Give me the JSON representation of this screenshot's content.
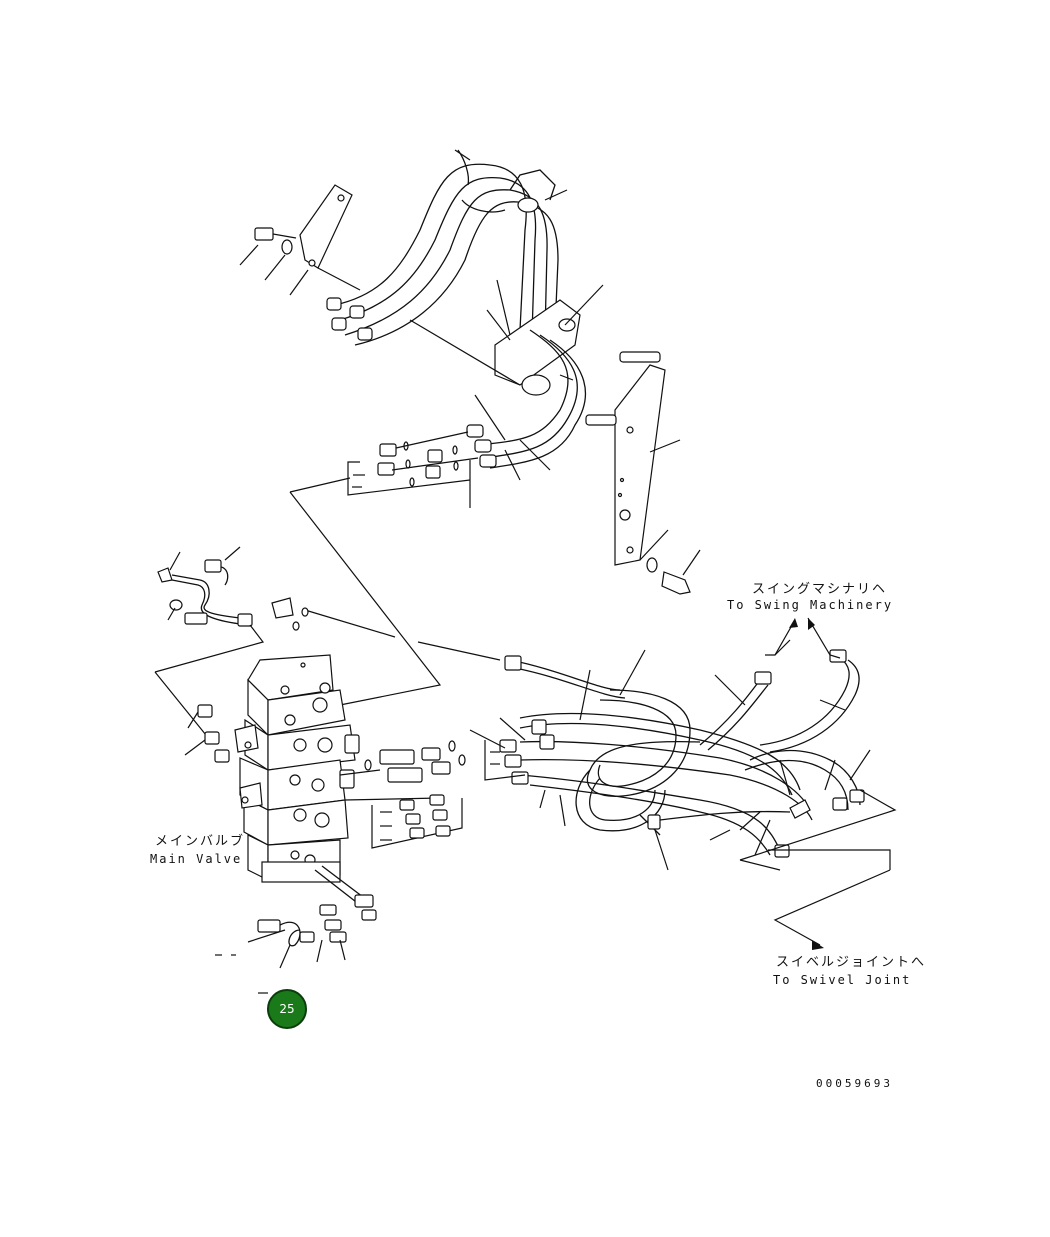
{
  "labels": {
    "swing_machinery_jp": "スイングマシナリヘ",
    "swing_machinery_en": "To Swing Machinery",
    "main_valve_jp": "メインバルブ",
    "main_valve_en": "Main Valve",
    "swivel_joint_jp": "スイベルジョイントへ",
    "swivel_joint_en": "To Swivel Joint",
    "drawing_number": "00059693"
  },
  "callout": {
    "number": "25",
    "color": "#1a7a1a"
  },
  "colors": {
    "line": "#111111",
    "background": "#ffffff"
  }
}
